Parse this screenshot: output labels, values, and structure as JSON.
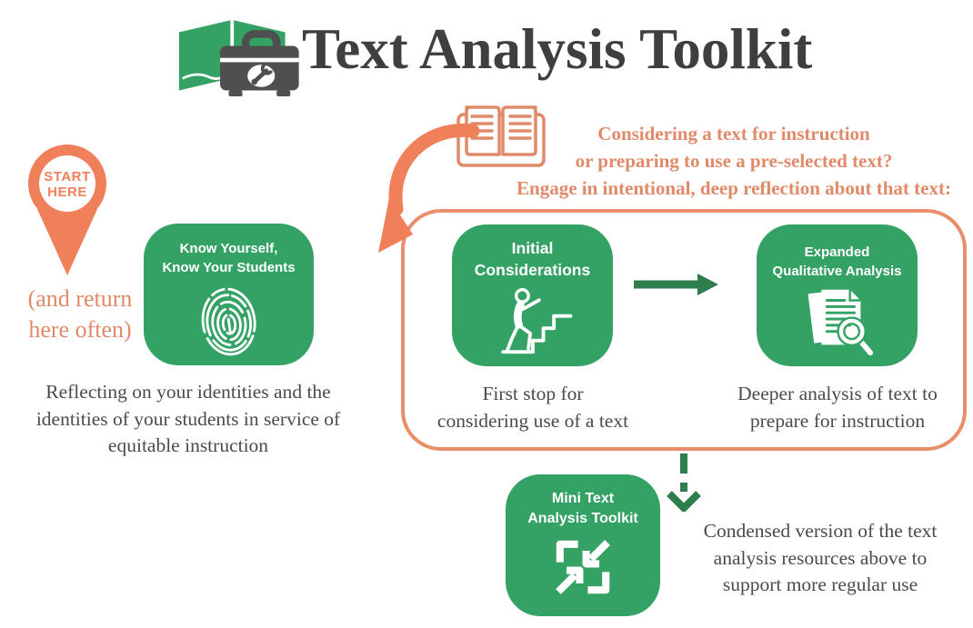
{
  "colors": {
    "green": "#35a265",
    "dark_green": "#2d7d4d",
    "orange": "#f0805a",
    "orange_text": "#e08a6a",
    "orange_border": "#e88f6a",
    "title_gray": "#3f3f41",
    "caption_gray": "#4b4b4d"
  },
  "header": {
    "title": "Text Analysis Toolkit",
    "logo_icon": "book-and-toolbox-icon"
  },
  "intro": {
    "icon": "open-book-icon",
    "lines": [
      "Considering a text for instruction",
      "or preparing to use a pre-selected text?",
      "Engage in intentional, deep reflection about that text:"
    ]
  },
  "start": {
    "pin_icon": "map-pin-icon",
    "pin_lines": [
      "START",
      "HERE"
    ],
    "note_lines": [
      "(and return",
      "here often)"
    ]
  },
  "know": {
    "title_lines": [
      "Know Yourself,",
      "Know Your Students"
    ],
    "icon": "fingerprint-icon",
    "caption_lines": [
      "Reflecting on your identities and the",
      "identities of your students in service of",
      "equitable instruction"
    ]
  },
  "initial": {
    "title_lines": [
      "Initial",
      "Considerations"
    ],
    "icon": "climbing-stairs-icon",
    "caption_lines": [
      "First stop for",
      "considering use of a text"
    ]
  },
  "expanded": {
    "title_lines": [
      "Expanded",
      "Qualitative Analysis"
    ],
    "icon": "document-magnifier-icon",
    "caption_lines": [
      "Deeper analysis of text to",
      "prepare for instruction"
    ]
  },
  "mini": {
    "title_lines": [
      "Mini Text",
      "Analysis Toolkit"
    ],
    "icon": "compress-arrows-icon",
    "caption_lines": [
      "Condensed version of the text",
      "analysis resources above to",
      "support more regular use"
    ]
  }
}
